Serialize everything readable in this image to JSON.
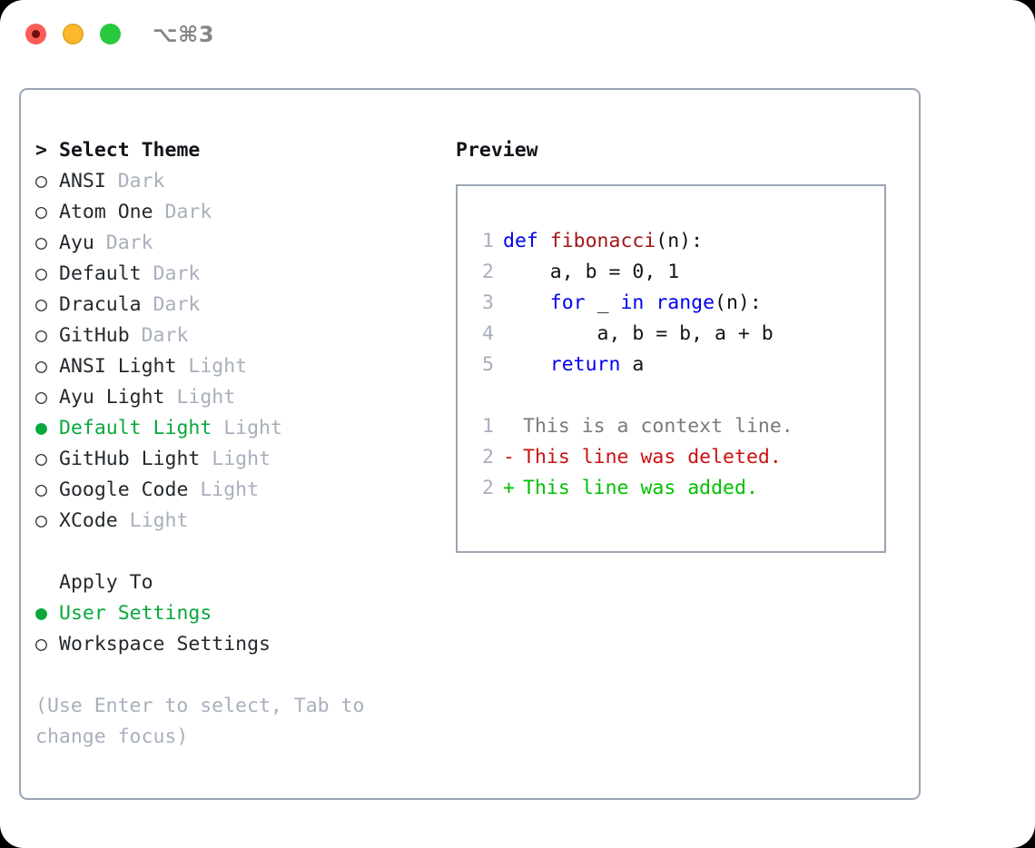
{
  "titlebar": {
    "shortcut": "⌥⌘3",
    "lights": [
      {
        "name": "close",
        "color": "#fa5d55"
      },
      {
        "name": "minimize",
        "color": "#fcb92c"
      },
      {
        "name": "maximize",
        "color": "#28c93f"
      }
    ]
  },
  "theme_list": {
    "header_prefix": "> ",
    "header": "Select Theme",
    "items": [
      {
        "prefix": "○ ",
        "label": "ANSI",
        "suffix": " Dark",
        "selected": false
      },
      {
        "prefix": "○ ",
        "label": "Atom One",
        "suffix": " Dark",
        "selected": false
      },
      {
        "prefix": "○ ",
        "label": "Ayu",
        "suffix": " Dark",
        "selected": false
      },
      {
        "prefix": "○ ",
        "label": "Default",
        "suffix": " Dark",
        "selected": false
      },
      {
        "prefix": "○ ",
        "label": "Dracula",
        "suffix": " Dark",
        "selected": false
      },
      {
        "prefix": "○ ",
        "label": "GitHub",
        "suffix": " Dark",
        "selected": false
      },
      {
        "prefix": "○ ",
        "label": "ANSI Light",
        "suffix": " Light",
        "selected": false
      },
      {
        "prefix": "○ ",
        "label": "Ayu Light",
        "suffix": " Light",
        "selected": false
      },
      {
        "prefix": "● ",
        "label": "Default Light",
        "suffix": " Light",
        "selected": true
      },
      {
        "prefix": "○ ",
        "label": "GitHub Light",
        "suffix": " Light",
        "selected": false
      },
      {
        "prefix": "○ ",
        "label": "Google Code",
        "suffix": " Light",
        "selected": false
      },
      {
        "prefix": "○ ",
        "label": "XCode",
        "suffix": " Light",
        "selected": false
      }
    ]
  },
  "apply_to": {
    "header_prefix": "  ",
    "header": "Apply To",
    "items": [
      {
        "prefix": "● ",
        "label": "User Settings",
        "selected": true
      },
      {
        "prefix": "○ ",
        "label": "Workspace Settings",
        "selected": false
      }
    ]
  },
  "hint": "(Use Enter to select, Tab to change focus)",
  "preview": {
    "title": "Preview",
    "code_lines": [
      {
        "no": "1",
        "tokens": [
          {
            "t": "def ",
            "k": "kw"
          },
          {
            "t": "fibonacci",
            "k": "fn"
          },
          {
            "t": "(n):",
            "k": "plain"
          }
        ]
      },
      {
        "no": "2",
        "tokens": [
          {
            "t": "    a, b = 0, 1",
            "k": "plain"
          }
        ]
      },
      {
        "no": "3",
        "tokens": [
          {
            "t": "    ",
            "k": "plain"
          },
          {
            "t": "for",
            "k": "kw"
          },
          {
            "t": " _ ",
            "k": "plain"
          },
          {
            "t": "in",
            "k": "kw"
          },
          {
            "t": " ",
            "k": "plain"
          },
          {
            "t": "range",
            "k": "kw"
          },
          {
            "t": "(n):",
            "k": "plain"
          }
        ]
      },
      {
        "no": "4",
        "tokens": [
          {
            "t": "        a, b = b, a + b",
            "k": "plain"
          }
        ]
      },
      {
        "no": "5",
        "tokens": [
          {
            "t": "    ",
            "k": "plain"
          },
          {
            "t": "return",
            "k": "kw"
          },
          {
            "t": " a",
            "k": "plain"
          }
        ]
      }
    ],
    "diff_lines": [
      {
        "no": "1",
        "marker": "  ",
        "text": "This is a context line.",
        "kind": "ctx"
      },
      {
        "no": "2",
        "marker": "- ",
        "text": "This line was deleted.",
        "kind": "del"
      },
      {
        "no": "2",
        "marker": "+ ",
        "text": "This line was added.",
        "kind": "add"
      }
    ]
  },
  "colors": {
    "selected_green": "#09a83c",
    "muted_gray": "#a8afbc",
    "border": "#9aa5b4",
    "keyword_blue": "#0000ee",
    "function_red": "#a31515",
    "diff_delete": "#cc1111",
    "diff_add": "#00c000",
    "text": "#24292e"
  }
}
